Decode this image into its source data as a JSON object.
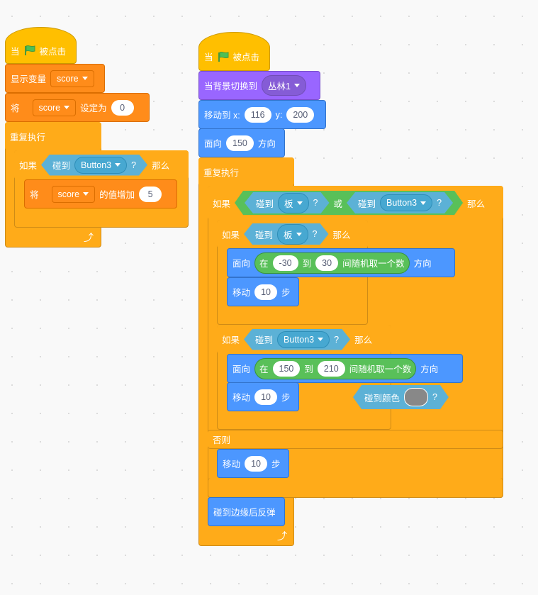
{
  "colors": {
    "events": "#FFBF00",
    "variables": "#FF8C1A",
    "control": "#FFAB19",
    "sensing": "#5CB1D6",
    "operators": "#59C059",
    "motion": "#4C97FF",
    "looks": "#9966FF"
  },
  "script1": {
    "hat": {
      "pre": "当",
      "post": "被点击",
      "icon": "green-flag-icon"
    },
    "show_var": {
      "label": "显示变量",
      "var": "score"
    },
    "set_var": {
      "pre": "将",
      "var": "score",
      "mid": "设定为",
      "value": "0"
    },
    "forever": {
      "label": "重复执行"
    },
    "if": {
      "label": "如果",
      "then": "那么",
      "cond": {
        "label": "碰到",
        "target": "Button3",
        "q": "?"
      }
    },
    "change_var": {
      "pre": "将",
      "var": "score",
      "mid": "的值增加",
      "value": "5"
    }
  },
  "script2": {
    "hat": {
      "pre": "当",
      "post": "被点击",
      "icon": "green-flag-icon"
    },
    "backdrop": {
      "label": "当背景切换到",
      "value": "丛林1"
    },
    "goto": {
      "label": "移动到 x:",
      "x": "116",
      "ylabel": "y:",
      "y": "200"
    },
    "point": {
      "label": "面向",
      "value": "150",
      "post": "方向"
    },
    "forever": {
      "label": "重复执行"
    },
    "if_else": {
      "label": "如果",
      "or": "或",
      "then": "那么",
      "else": "否则",
      "c1": {
        "label": "碰到",
        "target": "板",
        "q": "?"
      },
      "c2": {
        "label": "碰到",
        "target": "Button3",
        "q": "?"
      }
    },
    "if1": {
      "label": "如果",
      "then": "那么",
      "cond": {
        "label": "碰到",
        "target": "板",
        "q": "?"
      }
    },
    "point_rand1": {
      "label": "面向",
      "in": "在",
      "from": "-30",
      "to": "到",
      "to_val": "30",
      "rand": "间随机取一个数",
      "post": "方向"
    },
    "move1": {
      "label": "移动",
      "value": "10",
      "post": "步"
    },
    "if2": {
      "label": "如果",
      "then": "那么",
      "cond": {
        "label": "碰到",
        "target": "Button3",
        "q": "?"
      }
    },
    "point_rand2": {
      "label": "面向",
      "in": "在",
      "from": "150",
      "to": "到",
      "to_val": "210",
      "rand": "间随机取一个数",
      "post": "方向"
    },
    "move2": {
      "label": "移动",
      "value": "10",
      "post": "步"
    },
    "move3": {
      "label": "移动",
      "value": "10",
      "post": "步"
    },
    "bounce": {
      "label": "碰到边缘后反弹"
    },
    "loose_color": {
      "label": "碰到颜色",
      "color": "#888888",
      "q": "?"
    }
  }
}
